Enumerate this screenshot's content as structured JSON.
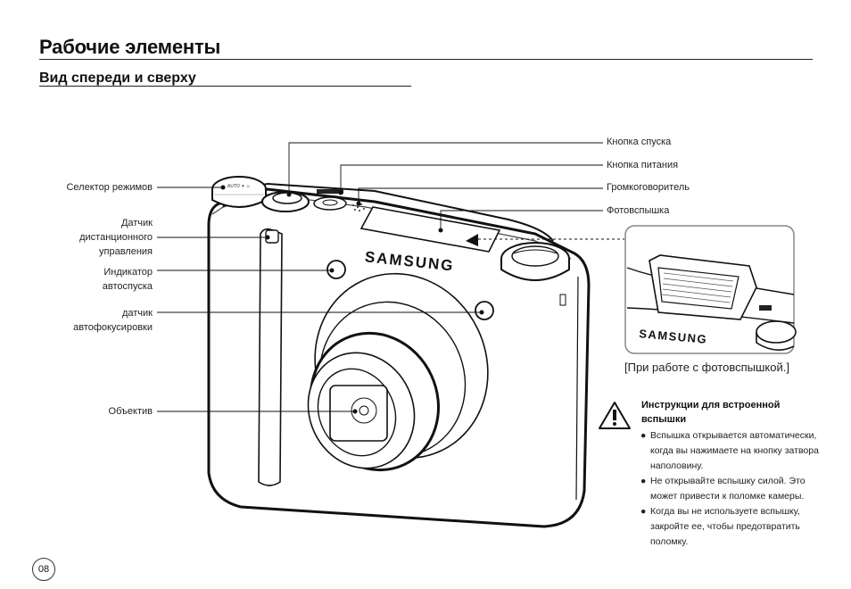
{
  "page": {
    "title": "Рабочие элементы",
    "section_title": "Вид спереди и сверху",
    "page_number": "08"
  },
  "labels": {
    "shutter_button": "Кнопка спуска",
    "power_button": "Кнопка питания",
    "speaker": "Громкоговоритель",
    "flash": "Фотовспышка",
    "mode_dial": "Селектор режимов",
    "remote_sensor": [
      "Датчик",
      "дистанционного",
      "управления"
    ],
    "self_timer": [
      "Индикатор",
      "автоспуска"
    ],
    "af_sensor": [
      "датчик",
      "автофокусировки"
    ],
    "lens": "Объектив"
  },
  "brand": "SAMSUNG",
  "inset": {
    "caption": "[При работе с фотовспышкой.]",
    "brand": "SAMSUNG"
  },
  "warning": {
    "icon": "warning-triangle-icon",
    "title": "Инструкции для встроенной вспышки",
    "bullets": [
      "Вспышка открывается автоматически, когда вы нажимаете на кнопку затвора наполовину.",
      "Не открывайте вспышку силой. Это может привести к поломке камеры.",
      "Когда вы не используете вспышку, закройте ее, чтобы предотвратить поломку."
    ]
  }
}
